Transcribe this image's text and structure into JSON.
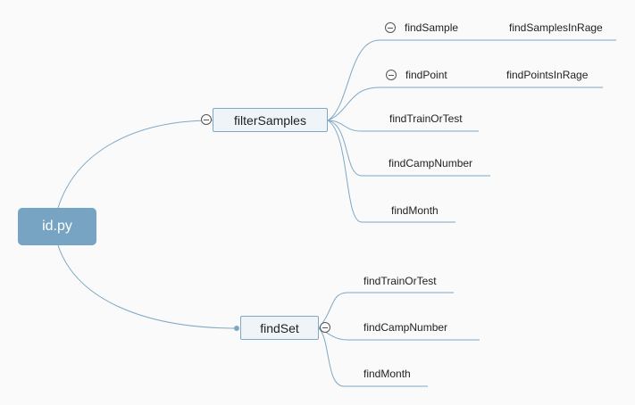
{
  "root": {
    "label": "id.py"
  },
  "branches": [
    {
      "label": "filterSamples",
      "children": [
        {
          "label": "findSample",
          "child": "findSamplesInRage"
        },
        {
          "label": "findPoint",
          "child": "findPointsInRage"
        },
        {
          "label": "findTrainOrTest"
        },
        {
          "label": "findCampNumber"
        },
        {
          "label": "findMonth"
        }
      ]
    },
    {
      "label": "findSet",
      "children": [
        {
          "label": "findTrainOrTest"
        },
        {
          "label": "findCampNumber"
        },
        {
          "label": "findMonth"
        }
      ]
    }
  ],
  "colors": {
    "line": "#7fa8c5",
    "root_fill": "#76a4c2",
    "node_fill": "#eef4f8"
  },
  "icons": {
    "collapse": "minus-circle-icon"
  }
}
